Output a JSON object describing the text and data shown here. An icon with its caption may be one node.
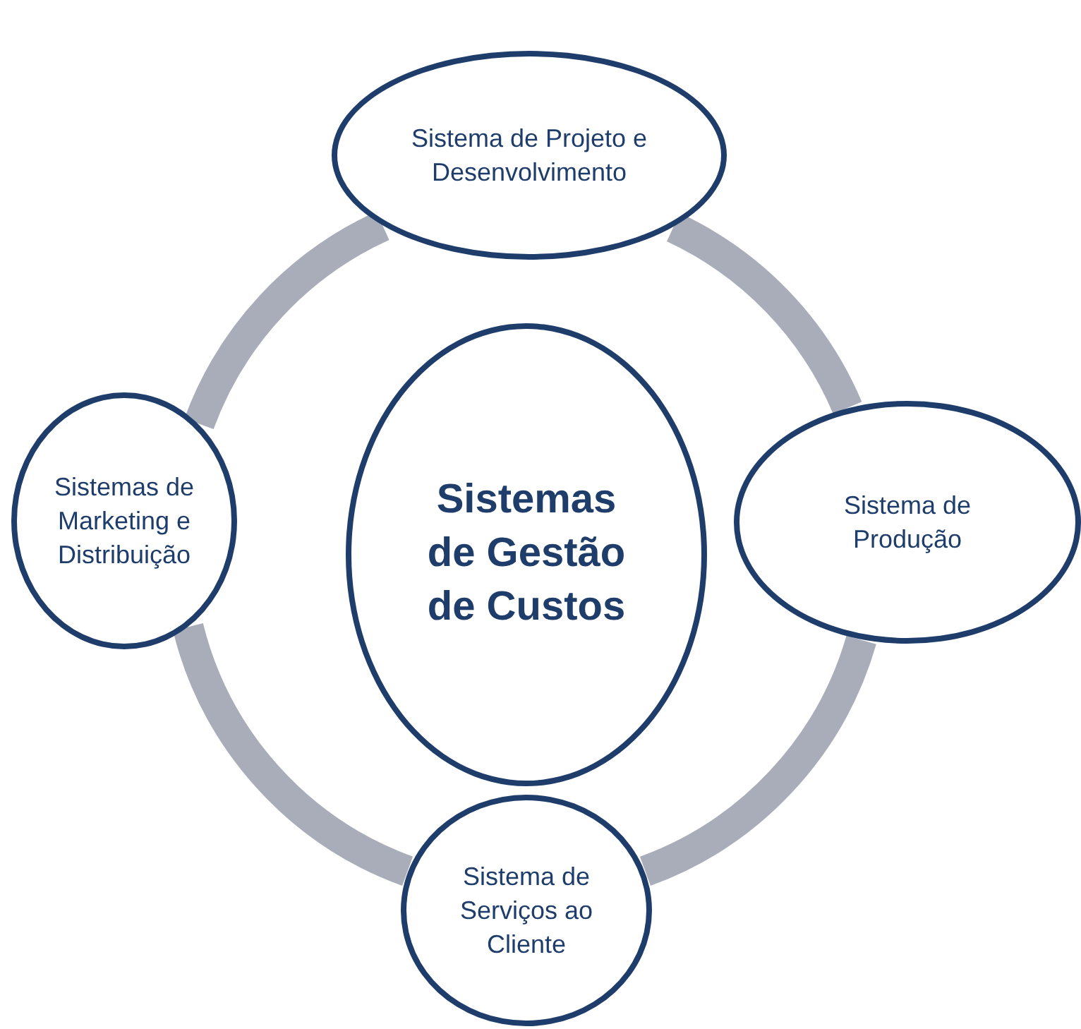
{
  "diagram": {
    "nodes": [
      {
        "text": [
          "Sistema de Projeto e Desenvolvimento"
        ]
      },
      {
        "text": [
          "Sistemas de Marketing e Distribuição"
        ]
      },
      {
        "text": [
          "Sistemas de Gestão de Custos"
        ]
      },
      {
        "text": [
          "Sistema de Produção"
        ]
      },
      {
        "text": [
          "Sistema de Serviços ao Cliente"
        ]
      }
    ],
    "edges": [
      {
        "from": 0,
        "to": 3,
        "arrow": "none"
      },
      {
        "from": 3,
        "to": 4,
        "arrow": "none"
      },
      {
        "from": 4,
        "to": 1,
        "arrow": "none"
      },
      {
        "from": 1,
        "to": 0,
        "arrow": "none"
      }
    ]
  }
}
